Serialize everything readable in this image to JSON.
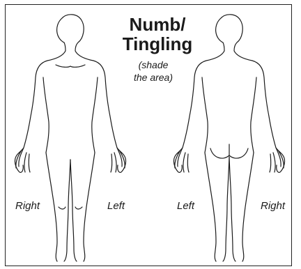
{
  "diagram": {
    "title_line1": "Numb/",
    "title_line2": "Tingling",
    "instruction_line1": "(shade",
    "instruction_line2": "the area)",
    "front_figure": {
      "right_label": "Right",
      "left_label": "Left"
    },
    "back_figure": {
      "left_label": "Left",
      "right_label": "Right"
    }
  },
  "colors": {
    "outline": "#1a1a1a",
    "background": "#ffffff"
  }
}
